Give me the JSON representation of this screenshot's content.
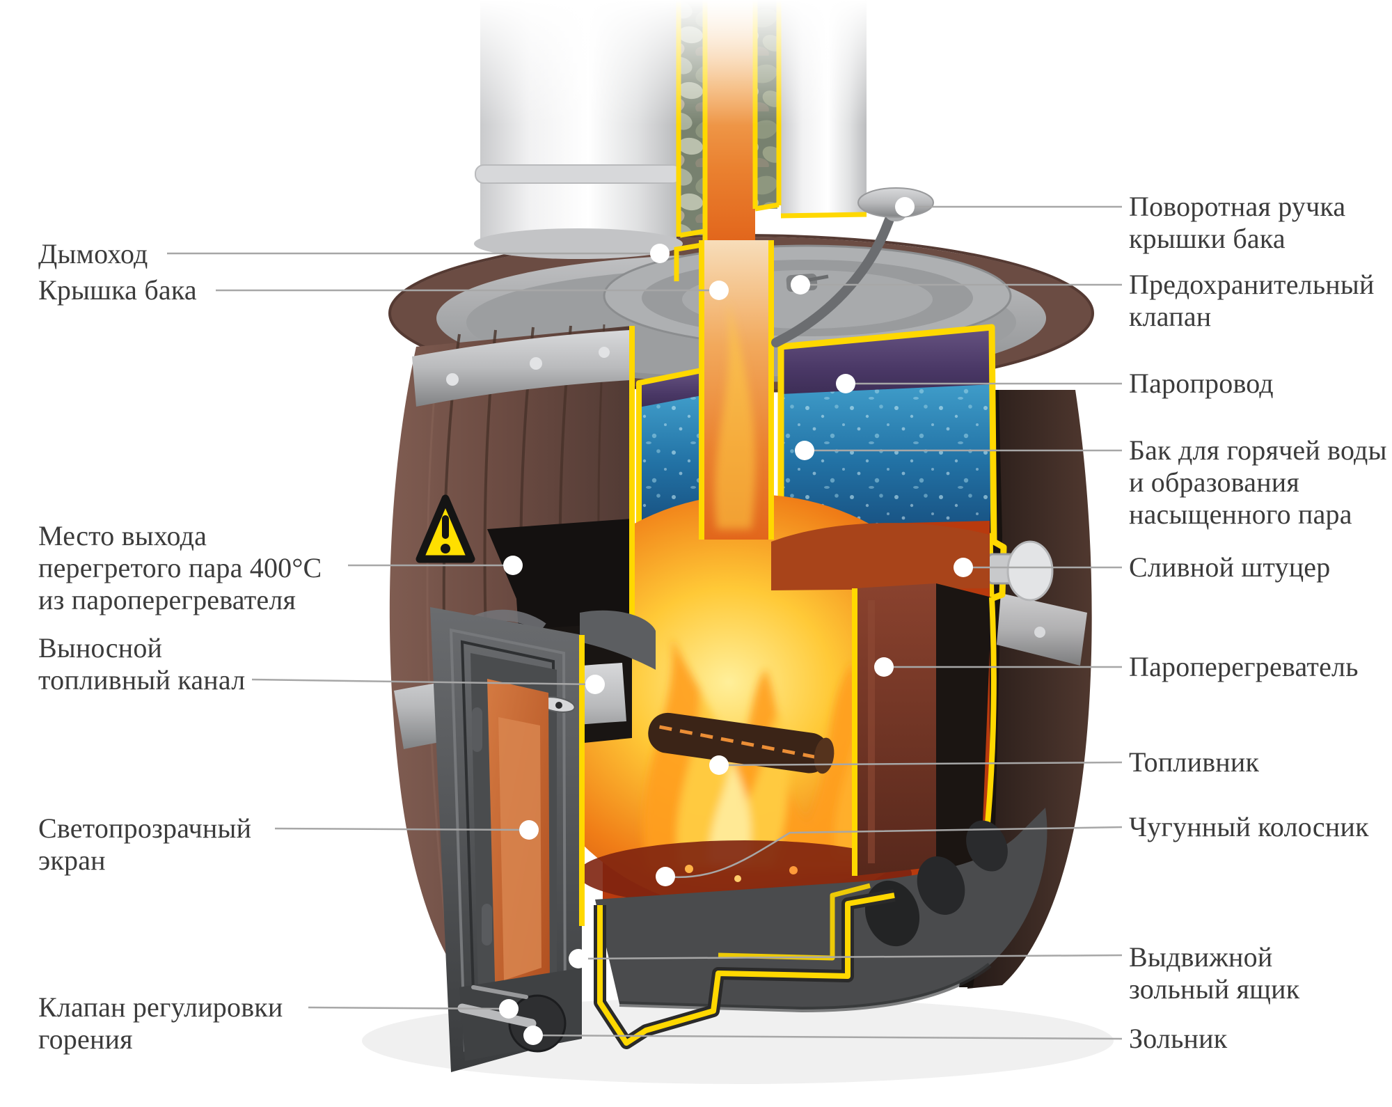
{
  "title": "Схема банной печи в разрезе (cutaway sauna stove diagram)",
  "colors": {
    "cut_highlight_yellow": "#ffd800",
    "water_blue": "#2272a5",
    "fire_orange": "#f07d17",
    "barrel_wood_brown": "#6a4a41",
    "label_text": "#3b3b3b",
    "leader_line_gray": "#a7a7a7",
    "warning_yellow": "#ffdf00"
  },
  "icons": {
    "warning": "warning-triangle"
  },
  "labels": {
    "left": [
      {
        "text": "Дымоход"
      },
      {
        "text": "Крышка бака"
      },
      {
        "text": "Место выхода\nперегретого пара 400°C\nиз пароперегревателя"
      },
      {
        "text": "Выносной\nтопливный канал"
      },
      {
        "text": "Светопрозрачный\nэкран"
      },
      {
        "text": "Клапан регулировки\nгорения"
      }
    ],
    "right": [
      {
        "text": "Поворотная ручка\nкрышки бака"
      },
      {
        "text": "Предохранительный\nклапан"
      },
      {
        "text": "Паропровод"
      },
      {
        "text": "Бак для горячей воды\nи образования\nнасыщенного пара"
      },
      {
        "text": "Сливной штуцер"
      },
      {
        "text": "Пароперегреватель"
      },
      {
        "text": "Топливник"
      },
      {
        "text": "Чугунный колосник"
      },
      {
        "text": "Выдвижной\nзольный ящик"
      },
      {
        "text": "Зольник"
      }
    ]
  }
}
